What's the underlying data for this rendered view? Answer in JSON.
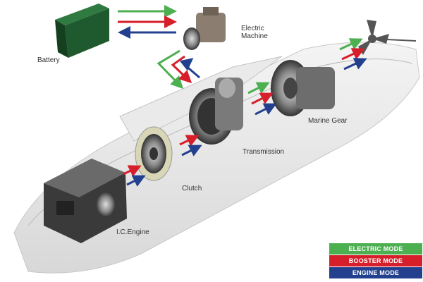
{
  "labels": {
    "battery": "Battery",
    "electric_machine": "Electric\nMachine",
    "clutch": "Clutch",
    "transmission": "Transmission",
    "marine_gear": "Marine Gear",
    "ic_engine": "I.C.Engine"
  },
  "legend": [
    {
      "label": "ELECTRIC MODE",
      "color": "#4caf50"
    },
    {
      "label": "BOOSTER MODE",
      "color": "#d71f2b"
    },
    {
      "label": "ENGINE MODE",
      "color": "#23408e"
    }
  ],
  "colors": {
    "green": "#4caf50",
    "red": "#d71f2b",
    "blue": "#23408e",
    "battery": "#1f5a2e"
  }
}
